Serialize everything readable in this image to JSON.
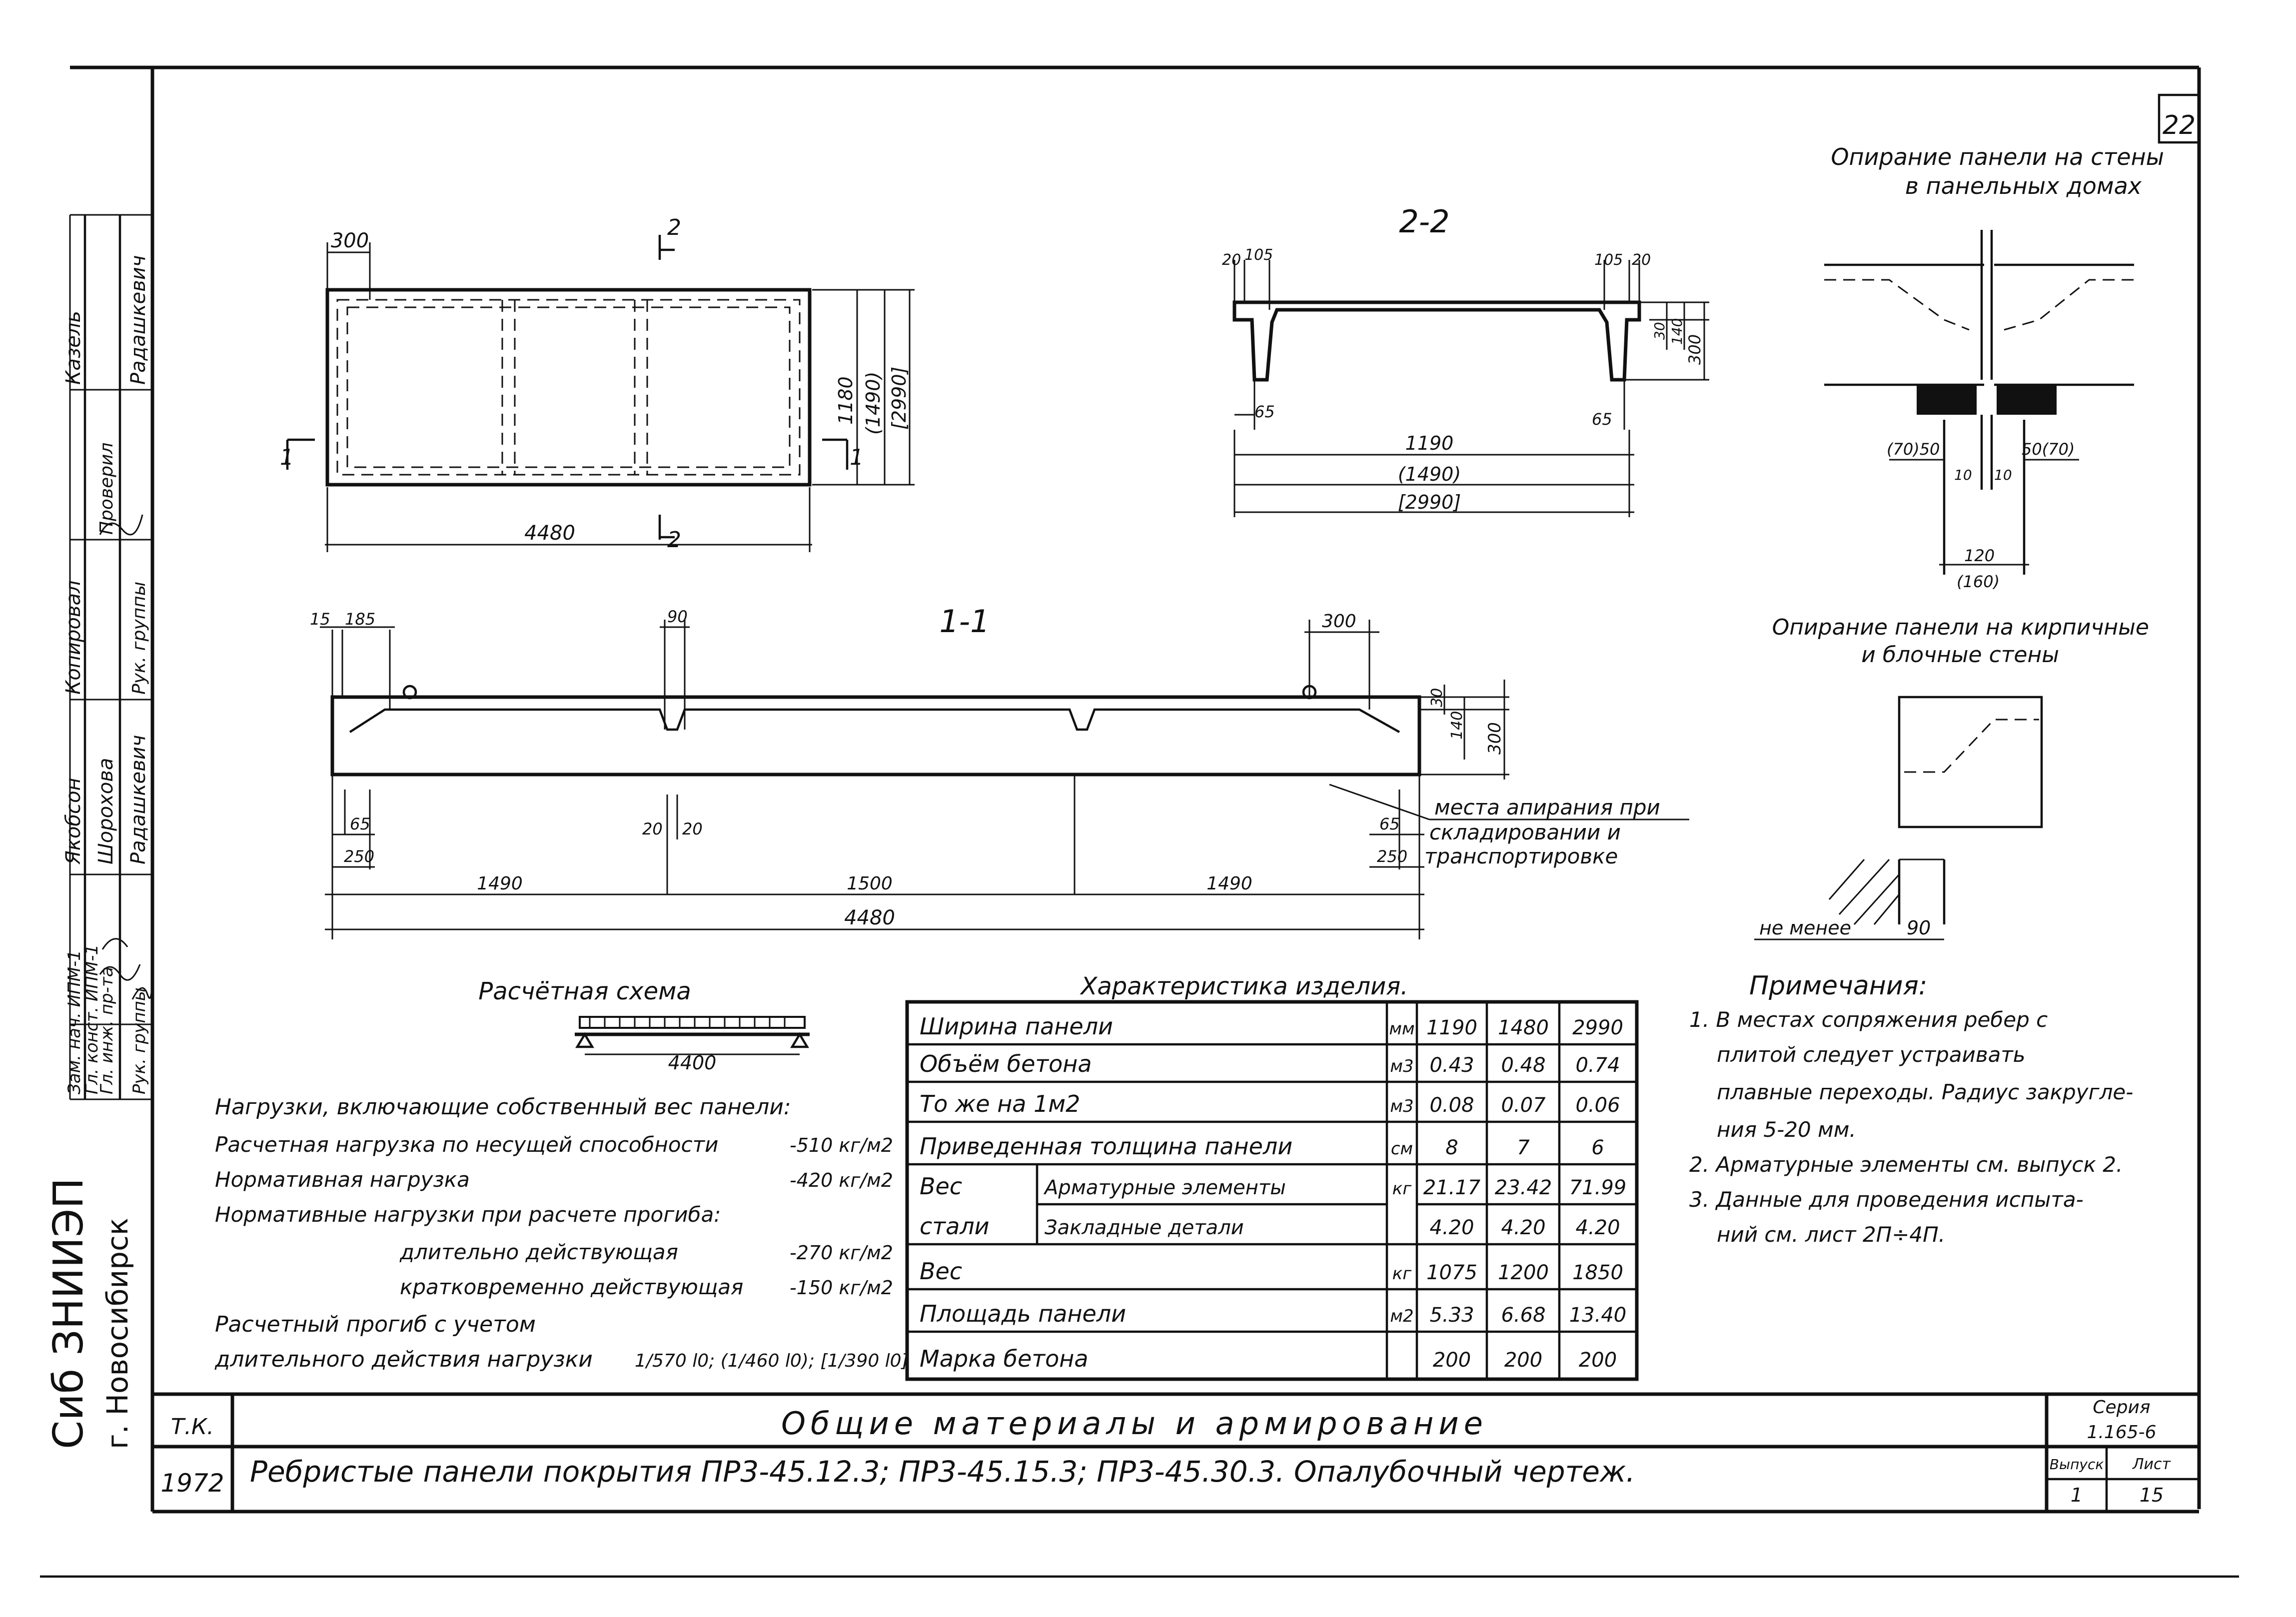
{
  "sheet_number": "22",
  "side_stamp": {
    "rows": [
      {
        "role": "Рук. группы",
        "name": "Радашкевич",
        "copied": "Копировал",
        "checked": "Проверил",
        "designer": "Радашкевич"
      },
      {
        "role": "Гл. инж. пр-та",
        "name": "Шорохова",
        "copied": "Рук. группы",
        "checked": "",
        "designer": ""
      },
      {
        "role": "Гл. конст. ИПМ-1",
        "name": "Якобсон",
        "copied": "",
        "checked": "",
        "designer": ""
      },
      {
        "role": "Зам. нач. ИПМ-1",
        "name": "",
        "copied": "",
        "checked": "",
        "designer": "Казель"
      }
    ],
    "org_line1": "Сиб ЗНИИЭП",
    "org_line2": "г. Новосибирск"
  },
  "plan_view": {
    "dim_top": "300",
    "dim_bottom": "4480",
    "dim_right_1": "1180",
    "dim_right_2": "(1490)",
    "dim_right_3": "[2990]",
    "section_mark_top": "2",
    "section_mark_bottom": "2",
    "section_mark_left": "1",
    "section_mark_right": "1"
  },
  "section_2_2": {
    "title": "2-2",
    "dim_top_left_1": "20",
    "dim_top_left_2": "105",
    "dim_top_right_1": "105",
    "dim_top_right_2": "20",
    "dim_right_1": "30",
    "dim_right_2": "140",
    "dim_right_3": "300",
    "dim_bottom_left": "65",
    "dim_bottom_right": "65",
    "dim_width_1": "1190",
    "dim_width_2": "(1490)",
    "dim_width_3": "[2990]"
  },
  "section_1_1": {
    "title": "1-1",
    "dim_top_1": "15",
    "dim_top_2": "185",
    "dim_top_3": "90",
    "dim_top_4": "300",
    "dim_right_1": "30",
    "dim_right_2": "140",
    "dim_right_3": "300",
    "dim_left_1": "65",
    "dim_left_2": "250",
    "dim_mid_1": "20",
    "dim_mid_2": "20",
    "dim_right_b1": "65",
    "dim_right_b2": "250",
    "dim_span_1": "1490",
    "dim_span_2": "1500",
    "dim_span_3": "1490",
    "dim_total": "4480",
    "support_note_1": "места апирания при",
    "support_note_2": "складировании и",
    "support_note_3": "транспортировке"
  },
  "support_panel_walls": {
    "title_1": "Опирание панели на стены",
    "title_2": "в панельных домах",
    "dim_1": "(70)50",
    "dim_2": "50(70)",
    "dim_3": "10",
    "dim_4": "10",
    "dim_5": "120",
    "dim_6": "(160)"
  },
  "support_brick_walls": {
    "title_1": "Опирание панели на кирпичные",
    "title_2": "и блочные стены",
    "note": "не менее",
    "dim": "90"
  },
  "calc_scheme": {
    "title": "Расчётная схема",
    "span": "4400"
  },
  "loads": {
    "heading": "Нагрузки, включающие собственный вес панели:",
    "rows": [
      {
        "label": "Расчетная нагрузка по несущей способности",
        "value": "-510 кг/м2"
      },
      {
        "label": "Нормативная нагрузка",
        "value": "-420 кг/м2"
      },
      {
        "label": "Нормативные нагрузки при расчете прогиба:",
        "value": ""
      },
      {
        "label": "длительно действующая",
        "value": "-270 кг/м2"
      },
      {
        "label": "кратковременно действующая",
        "value": "-150 кг/м2"
      }
    ],
    "deflection_1": "Расчетный прогиб с учетом",
    "deflection_2": "длительного действия нагрузки",
    "deflection_formula": "1/570 l0; (1/460 l0); [1/390 l0]"
  },
  "characteristics": {
    "title": "Характеристика изделия.",
    "rows": [
      {
        "name": "Ширина панели",
        "sub": "",
        "unit": "мм",
        "v1": "1190",
        "v2": "1480",
        "v3": "2990"
      },
      {
        "name": "Объём бетона",
        "sub": "",
        "unit": "м3",
        "v1": "0.43",
        "v2": "0.48",
        "v3": "0.74"
      },
      {
        "name": "То же на 1м2",
        "sub": "",
        "unit": "м3",
        "v1": "0.08",
        "v2": "0.07",
        "v3": "0.06"
      },
      {
        "name": "Приведенная толщина панели",
        "sub": "",
        "unit": "см",
        "v1": "8",
        "v2": "7",
        "v3": "6"
      },
      {
        "name": "Вес",
        "sub": "Арматурные элементы",
        "unit": "кг",
        "v1": "21.17",
        "v2": "23.42",
        "v3": "71.99"
      },
      {
        "name": "стали",
        "sub": "Закладные детали",
        "unit": "",
        "v1": "4.20",
        "v2": "4.20",
        "v3": "4.20"
      },
      {
        "name": "Вес",
        "sub": "",
        "unit": "кг",
        "v1": "1075",
        "v2": "1200",
        "v3": "1850"
      },
      {
        "name": "Площадь панели",
        "sub": "",
        "unit": "м2",
        "v1": "5.33",
        "v2": "6.68",
        "v3": "13.40"
      },
      {
        "name": "Марка бетона",
        "sub": "",
        "unit": "",
        "v1": "200",
        "v2": "200",
        "v3": "200"
      }
    ]
  },
  "notes": {
    "title": "Примечания:",
    "lines": [
      "1. В местах сопряжения ребер с",
      "плитой следует устраивать",
      "плавные переходы. Радиус закругле-",
      "ния 5-20 мм.",
      "2. Арматурные элементы см. выпуск 2.",
      "3. Данные для проведения испыта-",
      "ний см. лист 2П÷4П."
    ]
  },
  "title_block": {
    "code": "Т.К.",
    "year": "1972",
    "line1": "Общие материалы и армирование",
    "line2": "Ребристые панели покрытия ПР3-45.12.3; ПР3-45.15.3; ПР3-45.30.3. Опалубочный чертеж.",
    "series_label": "Серия",
    "series_value": "1.165-6",
    "issue_label": "Выпуск",
    "issue_value": "1",
    "sheet_label": "Лист",
    "sheet_value": "15"
  }
}
